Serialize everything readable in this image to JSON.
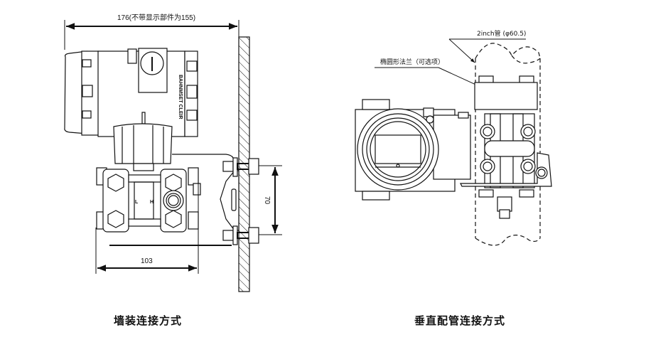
{
  "left_view": {
    "dimension_width": "176(不带显示部件为155)",
    "dimension_flange": "103",
    "dimension_bolt_spacing": "70",
    "housing_label": "BAHNMSET CLEIR",
    "port_labels": [
      "L",
      "H"
    ],
    "caption": "墙装连接方式"
  },
  "right_view": {
    "pipe_label": "2inch管 (φ60.5)",
    "flange_label": "椭圆形法兰（可选项）",
    "caption": "垂直配管连接方式"
  },
  "colors": {
    "line": "#111111",
    "background": "#ffffff"
  }
}
